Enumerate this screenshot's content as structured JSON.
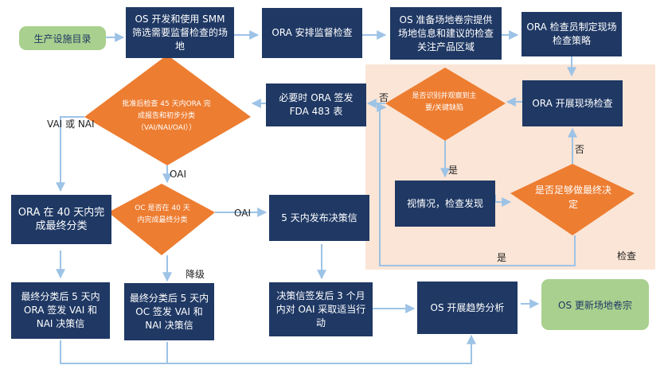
{
  "nodes": {
    "inventory": "生产设施目录",
    "os_develop": "OS 开发和使用 SMM 筛选需要监督检查的场地",
    "ora_schedule": "ORA 安排监督检查",
    "os_provide": "OS 准备场地卷宗提供场地信息和建议的检查关注产品区域",
    "investigator_plan": "ORA 检查员制定现场检查策略",
    "ora_onsite": "ORA 开展现场检查",
    "identify_defects": "是否识别并观察到主要/关键缺陷",
    "fda483": "必要时 ORA 签发 FDA 483 表",
    "approve_45": "批准后检查 45 天内ORA 完成报告和初步分类（VAI/NAI/OAI））",
    "enough_decision": "是否足够做最终决定",
    "depending": "视情况，检查发现",
    "ora_40": "ORA 在 40 天内完成最终分类",
    "oc_40": "OC 是否在 40 天内完成最终分类",
    "decision_5": "5 天内发布决策信",
    "ora_vai": "最终分类后 5 天内 ORA 签发 VAI 和 NAI 决策信",
    "oc_vai": "最终分类后 5 天内 OC 签发 VAI 和 NAI 决策信",
    "oai_action": "决策信签发后 3 个月内对 OAI 采取适当行动",
    "os_trend": "OS 开展趋势分析",
    "os_update": "OS 更新场地卷宗"
  },
  "edge_labels": {
    "no_identify": "否",
    "yes_identify": "是",
    "no_enough": "否",
    "yes_enough": "是",
    "vai_nai": "VAI 或 NAI",
    "oai_down": "OAI",
    "oai_right": "OAI",
    "downgrade": "降级",
    "inspection": "检查"
  },
  "colors": {
    "box": "#1f3864",
    "green": "#a9d08e",
    "diamond": "#ed7d31",
    "arrow": "#9dc3e6",
    "panel": "#fbe5d6"
  }
}
